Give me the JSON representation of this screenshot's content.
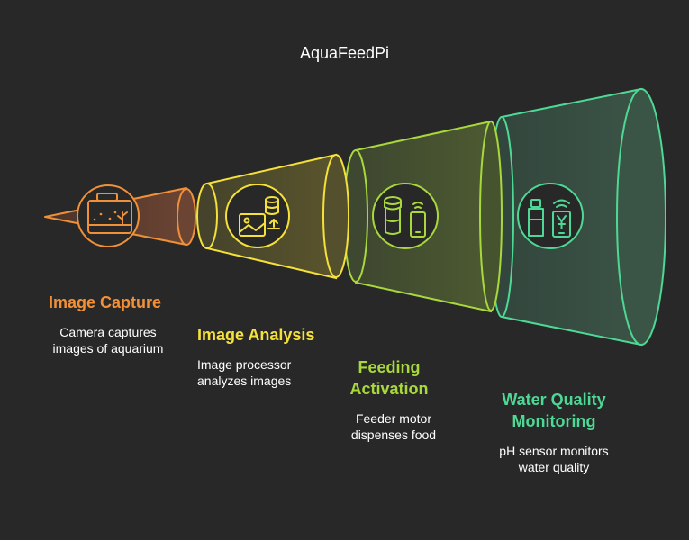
{
  "title": "AquaFeedPi",
  "stages": [
    {
      "title": "Image Capture",
      "desc_lines": [
        "Camera captures",
        "images of aquarium"
      ],
      "color": "#f0913a",
      "icon": "aquarium-camera-icon"
    },
    {
      "title": "Image Analysis",
      "desc_lines": [
        "Image processor",
        "analyzes images"
      ],
      "color": "#f5e13a",
      "icon": "image-database-icon"
    },
    {
      "title_lines": [
        "Feeding",
        "Activation"
      ],
      "desc_lines": [
        "Feeder motor",
        "dispenses food"
      ],
      "color": "#a8d83c",
      "icon": "feeder-phone-icon"
    },
    {
      "title_lines": [
        "Water Quality",
        "Monitoring"
      ],
      "desc_lines": [
        "pH sensor monitors",
        "water quality"
      ],
      "color": "#4ed895",
      "icon": "ph-sensor-icon"
    }
  ]
}
